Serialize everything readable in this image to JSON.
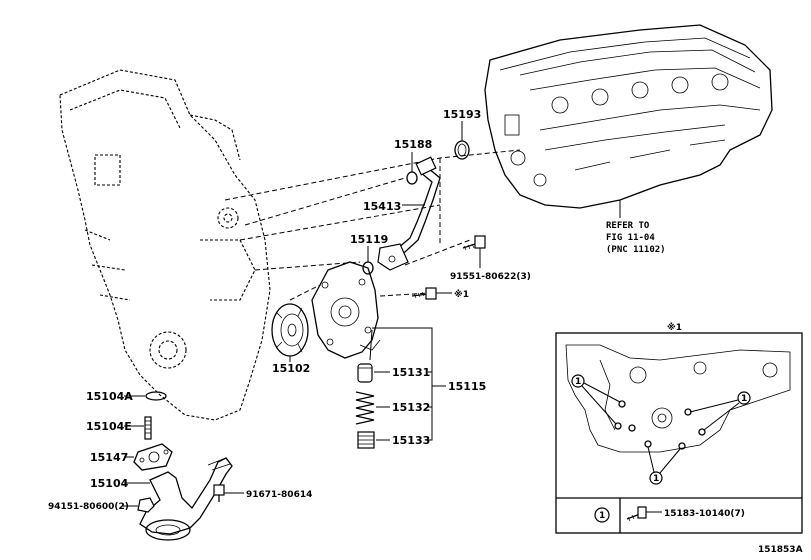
{
  "labels": {
    "p15193": "15193",
    "p15188": "15188",
    "p15413": "15413",
    "p15119": "15119",
    "p91551": "91551-80622(3)",
    "note_mark": "※1",
    "p15102": "15102",
    "p15131": "15131",
    "p15132": "15132",
    "p15133": "15133",
    "p15115": "15115",
    "p15104A": "15104A",
    "p15104E": "15104E",
    "p15147": "15147",
    "p15104": "15104",
    "p94151": "94151-80600(2)",
    "p91671": "91671-80614",
    "refer_1": "REFER TO",
    "refer_2": "FIG 11-04",
    "refer_3": "(PNC 11102)",
    "inset_title": "※1",
    "inset_marker": "1",
    "inset_legend_marker": "1",
    "p15183": "15183-10140(7)",
    "diagram_id": "151853A"
  }
}
